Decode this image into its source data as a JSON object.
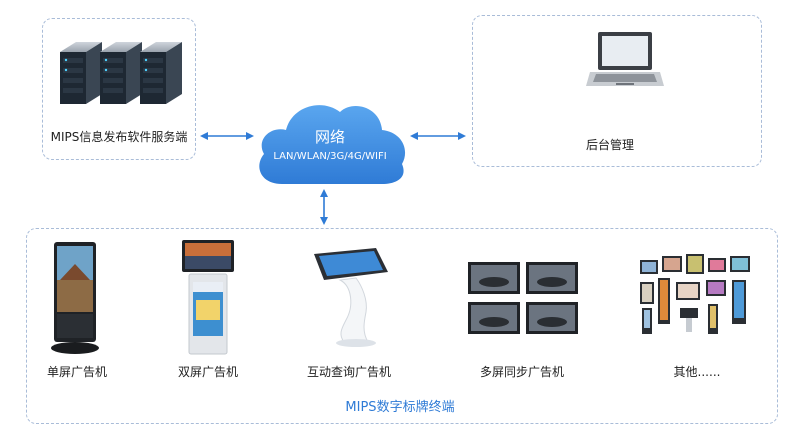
{
  "server": {
    "label": "MIPS信息发布软件服务端",
    "icon": "server-rack-icon"
  },
  "admin": {
    "label": "后台管理",
    "icon": "laptop-icon"
  },
  "network": {
    "title": "网络",
    "subtitle": "LAN/WLAN/3G/4G/WIFI",
    "icon": "cloud-icon"
  },
  "terminals": {
    "title": "MIPS数字标牌终端",
    "items": [
      {
        "label": "单屏广告机",
        "icon": "single-screen-kiosk-icon"
      },
      {
        "label": "双屏广告机",
        "icon": "dual-screen-kiosk-icon"
      },
      {
        "label": "互动查询广告机",
        "icon": "interactive-query-kiosk-icon"
      },
      {
        "label": "多屏同步广告机",
        "icon": "multi-screen-wall-icon"
      },
      {
        "label": "其他......",
        "icon": "other-devices-icon"
      }
    ]
  },
  "colors": {
    "accent": "#2f7bd6",
    "cloud": "#3b8fe3",
    "dash": "#a9bcd8"
  }
}
